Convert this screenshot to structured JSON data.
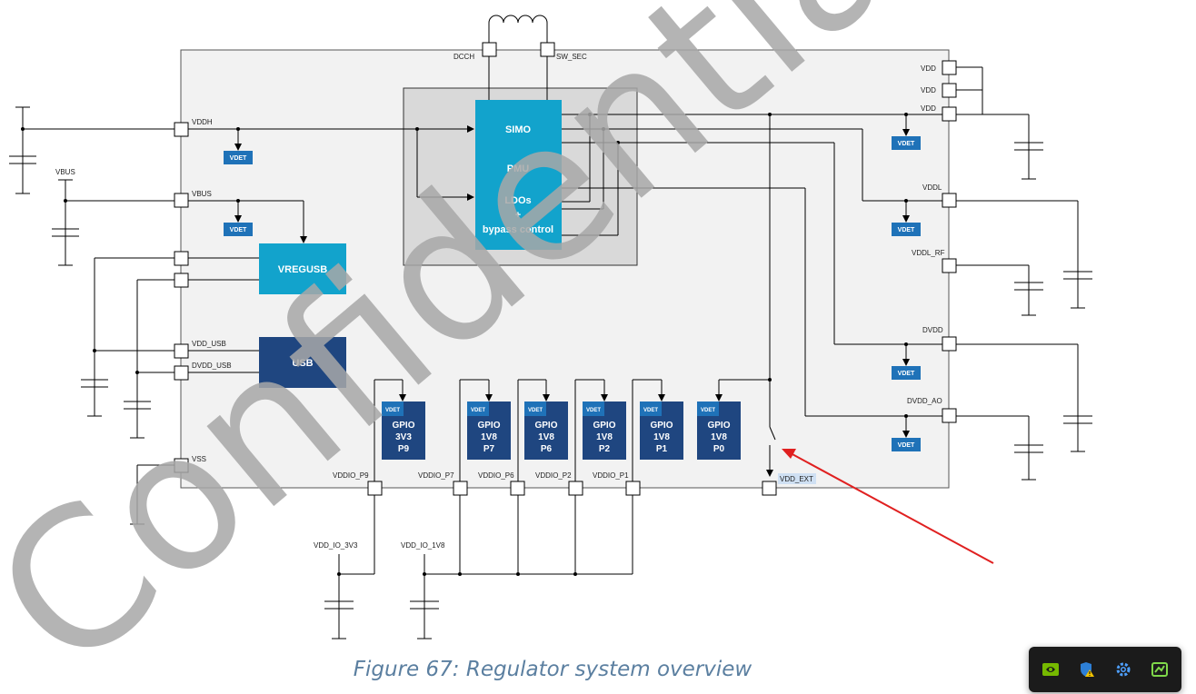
{
  "diagram": {
    "watermark": "Confidential",
    "caption": "Figure 67: Regulator system overview",
    "pins": {
      "dcch": "DCCH",
      "sw_sec": "SW_SEC",
      "vddh": "VDDH",
      "vbus_in": "VBUS",
      "vbus_ext": "VBUS",
      "vdd_usb": "VDD_USB",
      "dvdd_usb": "DVDD_USB",
      "vss": "VSS",
      "vdd1": "VDD",
      "vdd2": "VDD",
      "vdd3": "VDD",
      "vddl": "VDDL",
      "vddl_rf": "VDDL_RF",
      "dvdd": "DVDD",
      "dvdd_ao": "DVDD_AO",
      "vddio_p9": "VDDIO_P9",
      "vddio_p7": "VDDIO_P7",
      "vddio_p6": "VDDIO_P6",
      "vddio_p2": "VDDIO_P2",
      "vddio_p1": "VDDIO_P1",
      "vdd_ext": "VDD_EXT",
      "vdd_io_3v3": "VDD_IO_3V3",
      "vdd_io_1v8": "VDD_IO_1V8"
    },
    "blocks": {
      "simo": "SIMO",
      "pmu": "PMU",
      "ldos": "LDOs",
      "plus": "+",
      "bypass": "bypass control",
      "vregusb": "VREGUSB",
      "usb": "USB"
    },
    "vdet_label": "VDET",
    "gpio": [
      {
        "l1": "GPIO",
        "l2": "3V3",
        "l3": "P9"
      },
      {
        "l1": "GPIO",
        "l2": "1V8",
        "l3": "P7"
      },
      {
        "l1": "GPIO",
        "l2": "1V8",
        "l3": "P6"
      },
      {
        "l1": "GPIO",
        "l2": "1V8",
        "l3": "P2"
      },
      {
        "l1": "GPIO",
        "l2": "1V8",
        "l3": "P1"
      },
      {
        "l1": "GPIO",
        "l2": "1V8",
        "l3": "P0"
      }
    ],
    "colors": {
      "chip_fill": "#f2f2f2",
      "pmu_area": "#d9d9d9",
      "simo_block": "#12a3cc",
      "vregusb_block": "#12a3cc",
      "usb_block": "#1f4680",
      "gpio_block": "#1f4680",
      "vdet_badge": "#1f72b8",
      "vdd_ext_highlight": "#cfe0f3",
      "annotation_arrow": "#e02020",
      "watermark": "#a8a8a8"
    }
  },
  "taskbar": {
    "icons": [
      "nvidia-icon",
      "defender-warning-icon",
      "settings-gear-icon",
      "app-icon"
    ]
  }
}
